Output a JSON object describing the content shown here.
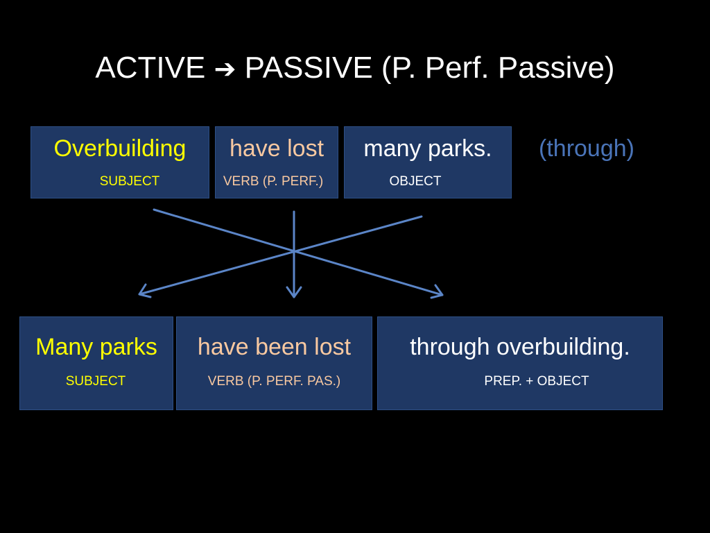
{
  "title": {
    "part1": "ACTIVE",
    "arrow": "➔",
    "part2": "PASSIVE (P. Perf. Passive)"
  },
  "active": {
    "subject_text": "Overbuilding",
    "subject_role": "SUBJECT",
    "verb_text": "have lost",
    "verb_role": "VERB (P. PERF.)",
    "object_text": "many parks.",
    "object_role": "OBJECT",
    "extra": "(through)"
  },
  "passive": {
    "subject_text": "Many parks",
    "subject_role": "SUBJECT",
    "verb_text": "have been lost",
    "verb_role": "VERB (P. PERF. PAS.)",
    "object_text": "through overbuilding.",
    "object_role": "PREP. + OBJECT"
  },
  "colors": {
    "subject": "#ffff00",
    "verb": "#f9c9a1",
    "object": "#ffffff",
    "extra": "#4a74b8",
    "box": "#1f3864",
    "arrow": "#5b85c7"
  }
}
